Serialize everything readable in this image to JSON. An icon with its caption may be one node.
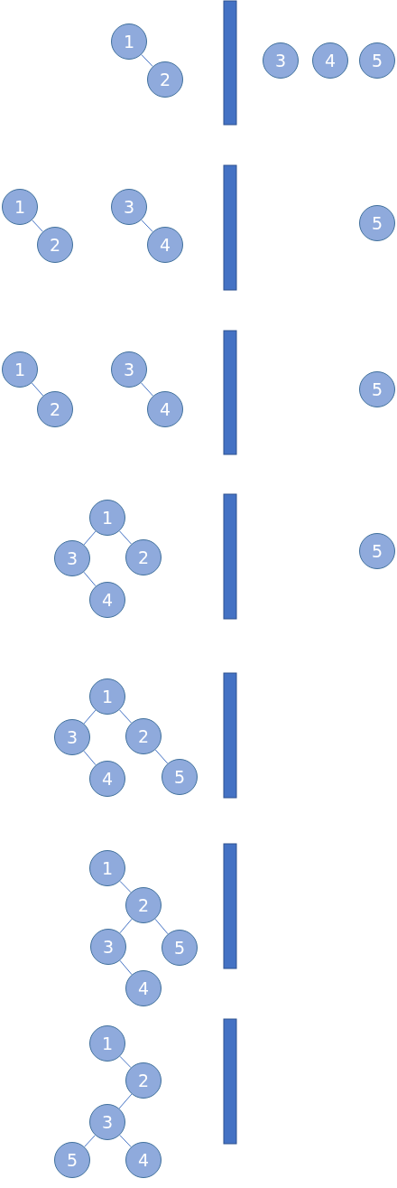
{
  "diagram": {
    "nodes": [
      {
        "text": [
          "1"
        ]
      },
      {
        "text": [
          "2"
        ]
      },
      {
        "text": [
          "3"
        ]
      },
      {
        "text": [
          "4"
        ]
      },
      {
        "text": [
          "5"
        ]
      },
      {
        "text": [
          "1"
        ]
      },
      {
        "text": [
          "2"
        ]
      },
      {
        "text": [
          "3"
        ]
      },
      {
        "text": [
          "4"
        ]
      },
      {
        "text": [
          "5"
        ]
      },
      {
        "text": [
          "1"
        ]
      },
      {
        "text": [
          "2"
        ]
      },
      {
        "text": [
          "3"
        ]
      },
      {
        "text": [
          "4"
        ]
      },
      {
        "text": [
          "5"
        ]
      },
      {
        "text": [
          "1"
        ]
      },
      {
        "text": [
          "3"
        ]
      },
      {
        "text": [
          "2"
        ]
      },
      {
        "text": [
          "4"
        ]
      },
      {
        "text": [
          "5"
        ]
      },
      {
        "text": [
          "1"
        ]
      },
      {
        "text": [
          "3"
        ]
      },
      {
        "text": [
          "2"
        ]
      },
      {
        "text": [
          "4"
        ]
      },
      {
        "text": [
          "5"
        ]
      },
      {
        "text": [
          "1"
        ]
      },
      {
        "text": [
          "2"
        ]
      },
      {
        "text": [
          "3"
        ]
      },
      {
        "text": [
          "5"
        ]
      },
      {
        "text": [
          "4"
        ]
      },
      {
        "text": [
          "1"
        ]
      },
      {
        "text": [
          "2"
        ]
      },
      {
        "text": [
          "3"
        ]
      },
      {
        "text": [
          "5"
        ]
      },
      {
        "text": [
          "4"
        ]
      },
      {
        "text": [],
        "shape": "bar"
      },
      {
        "text": [],
        "shape": "bar"
      },
      {
        "text": [],
        "shape": "bar"
      },
      {
        "text": [],
        "shape": "bar"
      },
      {
        "text": [],
        "shape": "bar"
      },
      {
        "text": [],
        "shape": "bar"
      },
      {
        "text": [],
        "shape": "bar"
      }
    ],
    "edges": [
      {
        "from": 0,
        "to": 1,
        "arrow": "none"
      },
      {
        "from": 5,
        "to": 6,
        "arrow": "none"
      },
      {
        "from": 7,
        "to": 8,
        "arrow": "none"
      },
      {
        "from": 10,
        "to": 11,
        "arrow": "none"
      },
      {
        "from": 12,
        "to": 13,
        "arrow": "none"
      },
      {
        "from": 15,
        "to": 16,
        "arrow": "none"
      },
      {
        "from": 15,
        "to": 17,
        "arrow": "none"
      },
      {
        "from": 16,
        "to": 18,
        "arrow": "none"
      },
      {
        "from": 20,
        "to": 21,
        "arrow": "none"
      },
      {
        "from": 20,
        "to": 22,
        "arrow": "none"
      },
      {
        "from": 21,
        "to": 23,
        "arrow": "none"
      },
      {
        "from": 22,
        "to": 24,
        "arrow": "none"
      },
      {
        "from": 25,
        "to": 26,
        "arrow": "none"
      },
      {
        "from": 26,
        "to": 27,
        "arrow": "none"
      },
      {
        "from": 26,
        "to": 28,
        "arrow": "none"
      },
      {
        "from": 27,
        "to": 29,
        "arrow": "none"
      },
      {
        "from": 30,
        "to": 31,
        "arrow": "none"
      },
      {
        "from": 31,
        "to": 32,
        "arrow": "none"
      },
      {
        "from": 32,
        "to": 33,
        "arrow": "none"
      },
      {
        "from": 32,
        "to": 34,
        "arrow": "none"
      }
    ]
  }
}
